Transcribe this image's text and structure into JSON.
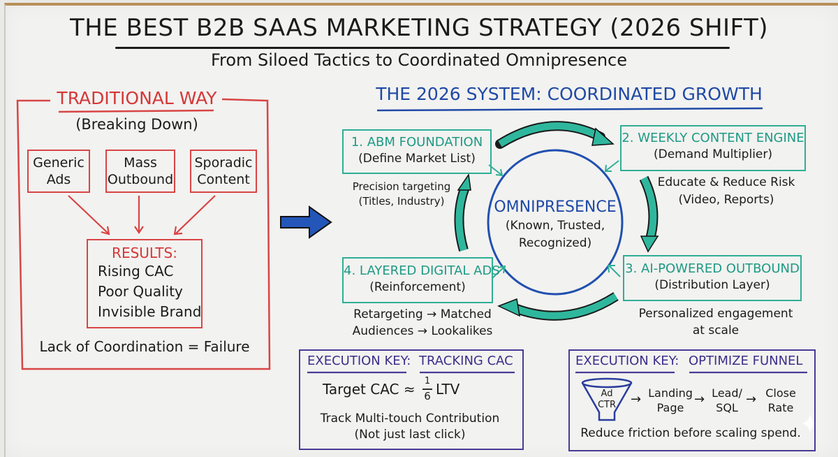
{
  "header": {
    "title": "THE BEST B2B SAAS MARKETING STRATEGY (2026 SHIFT)",
    "subtitle": "From Siloed Tactics to Coordinated Omnipresence"
  },
  "traditional": {
    "heading": "TRADITIONAL WAY",
    "subheading": "(Breaking Down)",
    "tactics": [
      {
        "line1": "Generic",
        "line2": "Ads"
      },
      {
        "line1": "Mass",
        "line2": "Outbound"
      },
      {
        "line1": "Sporadic",
        "line2": "Content"
      }
    ],
    "results": {
      "heading": "RESULTS:",
      "items": [
        "Rising CAC",
        "Poor Quality",
        "Invisible Brand"
      ]
    },
    "conclusion": "Lack of Coordination = Failure"
  },
  "system": {
    "heading": "THE 2026 SYSTEM: COORDINATED GROWTH",
    "center": {
      "title": "OMNIPRESENCE",
      "line1": "(Known, Trusted,",
      "line2": "Recognized)"
    },
    "steps": [
      {
        "title": "1. ABM FOUNDATION",
        "sub": "(Define Market List)",
        "note1": "Precision targeting",
        "note2": "(Titles, Industry)"
      },
      {
        "title": "2. WEEKLY CONTENT ENGINE",
        "sub": "(Demand Multiplier)",
        "note1": "Educate & Reduce Risk",
        "note2": "(Video, Reports)"
      },
      {
        "title": "3. AI-POWERED OUTBOUND",
        "sub": "(Distribution Layer)",
        "note1": "Personalized engagement",
        "note2": "at scale"
      },
      {
        "title": "4. LAYERED DIGITAL ADS",
        "sub": "(Reinforcement)",
        "note1": "Retargeting → Matched",
        "note2": "Audiences → Lookalikes"
      }
    ]
  },
  "execution_cac": {
    "heading_left": "EXECUTION KEY:",
    "heading_right": "TRACKING CAC",
    "formula_prefix": "Target CAC ≈",
    "fraction_num": "1",
    "fraction_den": "6",
    "formula_suffix": "LTV",
    "line1": "Track Multi-touch Contribution",
    "line2": "(Not just last click)"
  },
  "execution_funnel": {
    "heading_left": "EXECUTION KEY:",
    "heading_right": "OPTIMIZE FUNNEL",
    "funnel_line1": "Ad",
    "funnel_line2": "CTR",
    "stages": [
      {
        "line1": "Landing",
        "line2": "Page"
      },
      {
        "line1": "Lead/",
        "line2": "SQL"
      },
      {
        "line1": "Close",
        "line2": "Rate"
      }
    ],
    "arrow": "→",
    "footer": "Reduce friction before scaling spend."
  },
  "colors": {
    "red": "#d84545",
    "teal": "#2fae96",
    "blue": "#1f49a6",
    "purple": "#4a3a96",
    "board": "#f2f2f0"
  }
}
